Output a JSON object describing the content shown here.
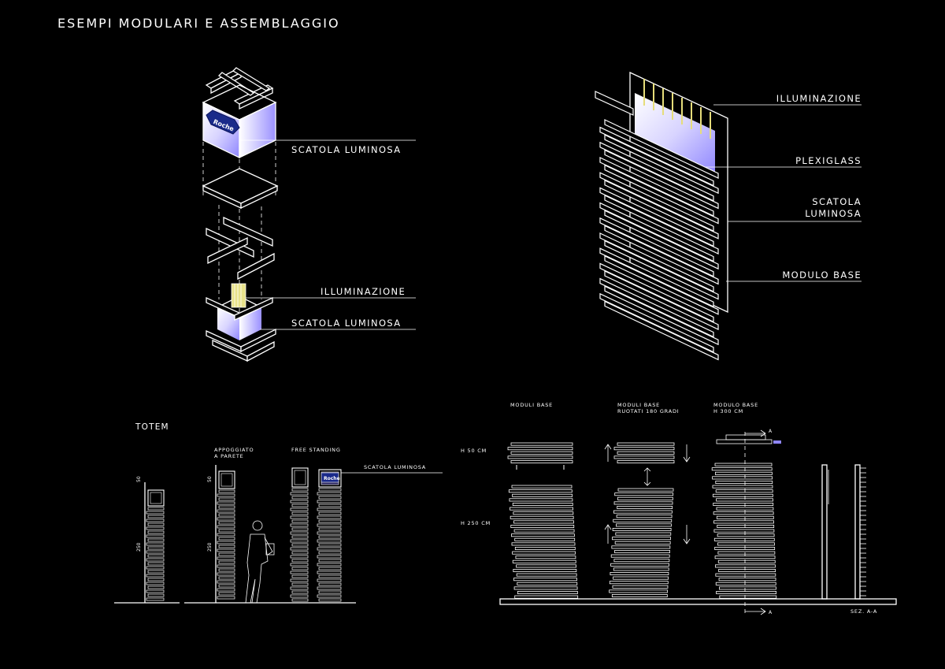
{
  "title": "ESEMPI MODULARI E ASSEMBLAGGIO",
  "exploded_view": {
    "labels": {
      "top_box": "SCATOLA LUMINOSA",
      "lighting": "ILLUMINAZIONE",
      "bottom_box": "SCATOLA LUMINOSA"
    },
    "logo_text": "Roche"
  },
  "wall_module": {
    "labels": {
      "lighting": "ILLUMINAZIONE",
      "plexiglass": "PLEXIGLASS",
      "light_box_line1": "SCATOLA",
      "light_box_line2": "LUMINOSA",
      "base_module": "MODULO BASE"
    }
  },
  "totem": {
    "heading": "TOTEM",
    "caption_wall_line1": "APPOGGIATO",
    "caption_wall_line2": "A PARETE",
    "caption_free": "FREE STANDING",
    "label_box": "SCATOLA LUMINOSA",
    "dim_top": "50",
    "dim_main": "250",
    "logo_text": "Roche"
  },
  "modules": {
    "caption_base": "MODULI BASE",
    "caption_rotated_line1": "MODULI BASE",
    "caption_rotated_line2": "RUOTATI 180 GRADI",
    "caption_h300_line1": "MODULO BASE",
    "caption_h300_line2": "H 300 CM",
    "height_50": "H 50 CM",
    "height_250": "H 250 CM",
    "section_label": "SEZ. A-A",
    "section_marker": "A"
  }
}
